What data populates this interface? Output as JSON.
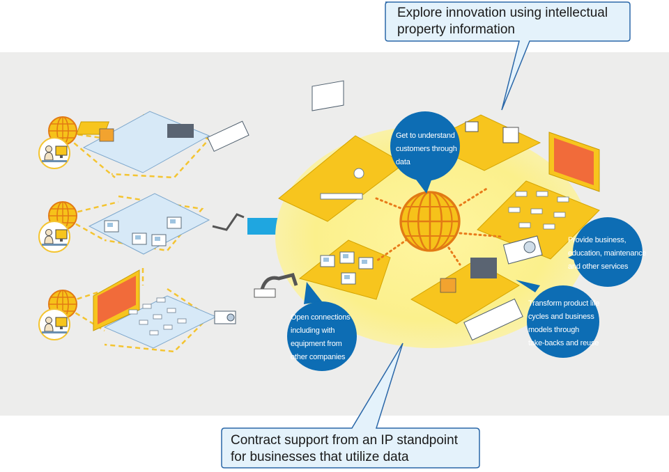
{
  "callouts": {
    "top": "Explore innovation using intellectual property information",
    "bottom": "Contract support from an IP standpoint for businesses that utilize data"
  },
  "bubbles": {
    "customers": [
      "Get to understand",
      "customers through",
      "data"
    ],
    "services": [
      "Provide business,",
      "education, maintenance",
      "and other services"
    ],
    "lifecycle": [
      "Transform product life",
      "cycles and business",
      "models through",
      "take-backs and reuse"
    ],
    "connections": [
      "Open connections",
      "including with",
      "equipment from",
      "other companies"
    ]
  },
  "colors": {
    "accent_blue": "#0d6db4",
    "platform_yellow": "#f7c51e",
    "glow_yellow": "#fbf39a",
    "light_platform": "#d7e9f7",
    "dashed_line": "#f4c430",
    "arrow_blue": "#1fa6e0",
    "connector_orange": "#e87a1a",
    "background_band": "#ededec",
    "callout_fill": "#e4f2fb",
    "callout_stroke": "#2a67a8"
  },
  "icons": [
    "globe-icon",
    "user-at-computer-icon",
    "robot-arm-icon",
    "projector-icon",
    "printer-icon",
    "whiteboard-icon"
  ]
}
